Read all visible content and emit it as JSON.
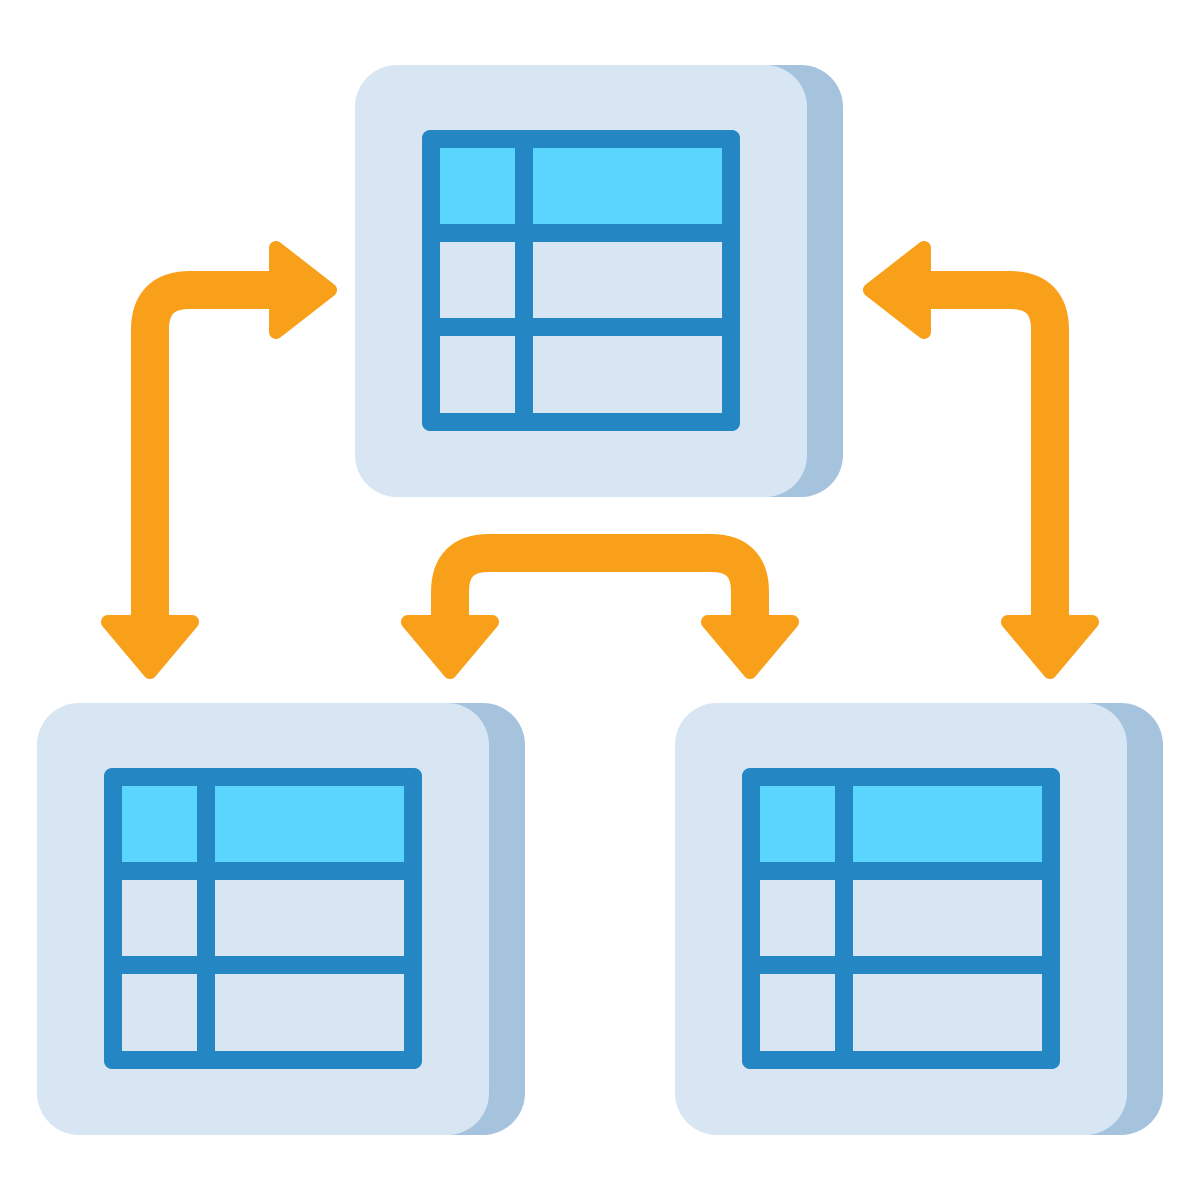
{
  "diagram": {
    "kind": "relational-tables-icon",
    "tables": [
      {
        "role": "top-table"
      },
      {
        "role": "bottom-left-table"
      },
      {
        "role": "bottom-right-table"
      }
    ],
    "connectors": [
      {
        "from": "top-table",
        "to": "bottom-left-table",
        "direction": "bidirectional"
      },
      {
        "from": "top-table",
        "to": "bottom-right-table",
        "direction": "bidirectional"
      },
      {
        "from": "bottom-left-table",
        "to": "bottom-right-table",
        "direction": "bidirectional"
      }
    ]
  },
  "colors": {
    "background": "#ffffff",
    "card": "#d7e6f2",
    "card_shadow": "#a6c3de",
    "grid_line": "#2586c4",
    "header_fill": "#5ad6fe",
    "arrow": "#f9a01b"
  }
}
